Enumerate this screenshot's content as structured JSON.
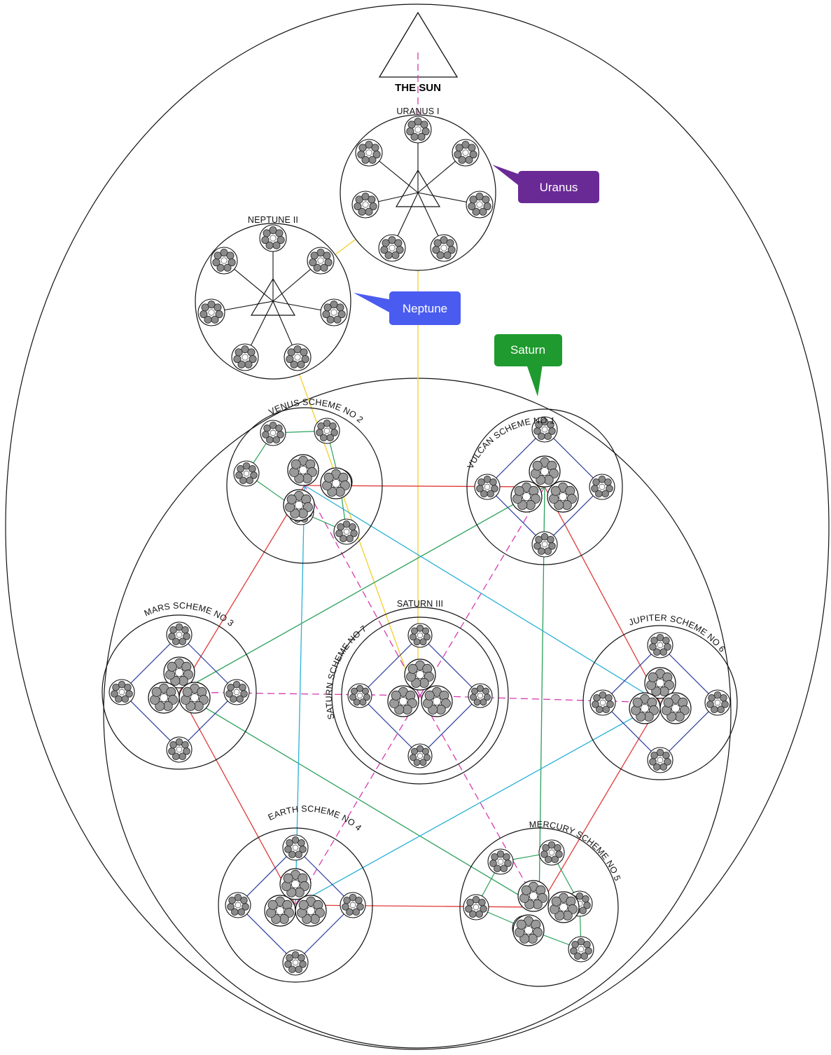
{
  "title": "THE SUN",
  "labels": {
    "uranus": "URANUS I",
    "neptune": "NEPTUNE II",
    "saturn": "SATURN III",
    "venus": "VENUS SCHEME NO 2",
    "vulcan": "VULCAN SCHEME NO 1",
    "mars": "MARS SCHEME NO 3",
    "saturn_scheme": "SATURN SCHEME NO 7",
    "jupiter": "JUPITER SCHEME NO 6",
    "earth": "EARTH SCHEME NO 4",
    "mercury": "MERCURY SCHEME NO 5"
  },
  "callouts": {
    "uranus": "Uranus",
    "neptune": "Neptune",
    "saturn": "Saturn"
  },
  "colors": {
    "uranus_callout": "#6a2a96",
    "neptune_callout": "#4a5cf0",
    "saturn_callout": "#1f9a2e",
    "line_red": "#e03a3a",
    "line_green": "#2aa05a",
    "line_cyan": "#2ab0d8",
    "line_yellow": "#f2d23a",
    "line_magenta": "#d63ab0",
    "line_blue": "#2a3a9a"
  }
}
